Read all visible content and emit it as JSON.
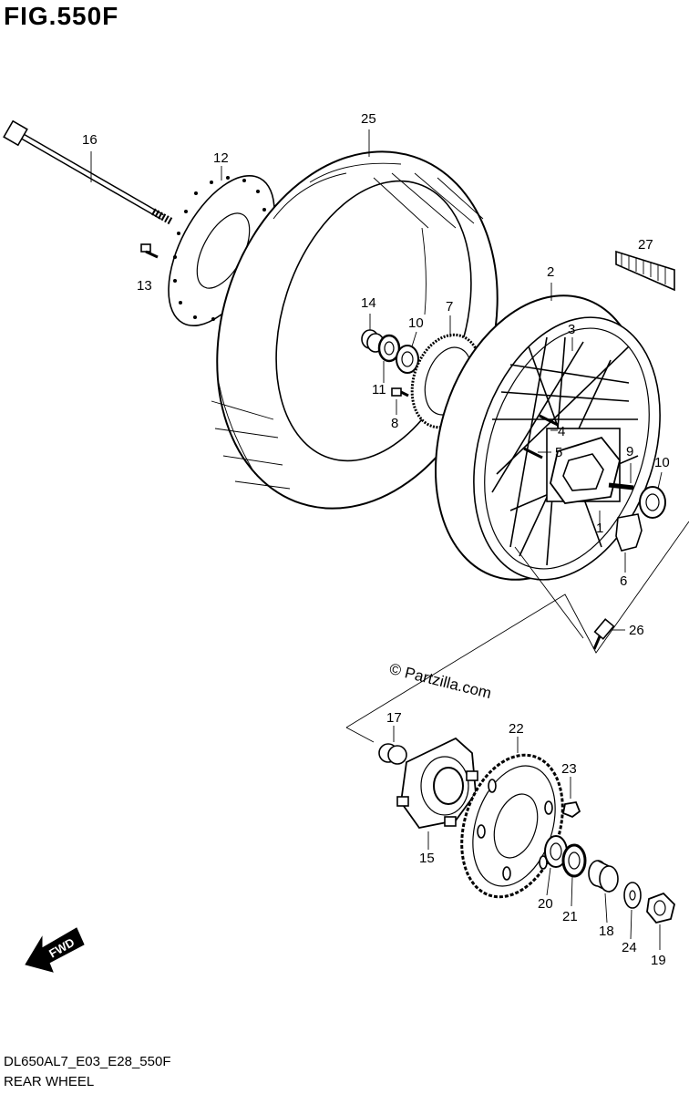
{
  "figure": {
    "title": "FIG.550F",
    "code": "DL650AL7_E03_E28_550F",
    "name": "REAR WHEEL",
    "watermark": "© Partzilla.com",
    "fwd": "FWD"
  },
  "callouts": [
    {
      "id": "c1",
      "text": "1"
    },
    {
      "id": "c2",
      "text": "2"
    },
    {
      "id": "c3",
      "text": "3"
    },
    {
      "id": "c4",
      "text": "4"
    },
    {
      "id": "c5",
      "text": "5"
    },
    {
      "id": "c6",
      "text": "6"
    },
    {
      "id": "c7",
      "text": "7"
    },
    {
      "id": "c8",
      "text": "8"
    },
    {
      "id": "c9",
      "text": "9"
    },
    {
      "id": "c10a",
      "text": "10"
    },
    {
      "id": "c10b",
      "text": "10"
    },
    {
      "id": "c11",
      "text": "11"
    },
    {
      "id": "c12",
      "text": "12"
    },
    {
      "id": "c13",
      "text": "13"
    },
    {
      "id": "c14",
      "text": "14"
    },
    {
      "id": "c15",
      "text": "15"
    },
    {
      "id": "c16",
      "text": "16"
    },
    {
      "id": "c17",
      "text": "17"
    },
    {
      "id": "c18",
      "text": "18"
    },
    {
      "id": "c19",
      "text": "19"
    },
    {
      "id": "c20",
      "text": "20"
    },
    {
      "id": "c21",
      "text": "21"
    },
    {
      "id": "c22",
      "text": "22"
    },
    {
      "id": "c23",
      "text": "23"
    },
    {
      "id": "c24",
      "text": "24"
    },
    {
      "id": "c25",
      "text": "25"
    },
    {
      "id": "c26",
      "text": "26"
    },
    {
      "id": "c27",
      "text": "27"
    }
  ]
}
